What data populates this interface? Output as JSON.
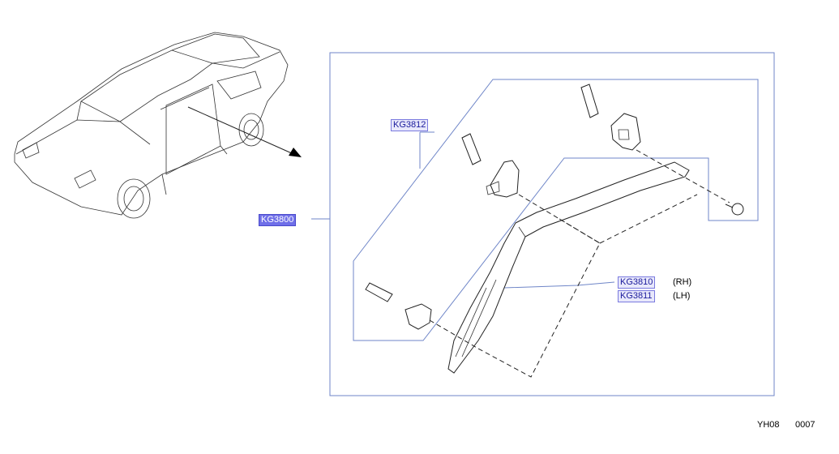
{
  "parts": {
    "main": "KG3800",
    "upper": "KG3812",
    "rh": "KG3810",
    "lh": "KG3811"
  },
  "notes": {
    "rh": "(RH)",
    "lh": "(LH)"
  },
  "figure_code": {
    "left": "YH08",
    "right": "0007"
  },
  "colors": {
    "link_fill": "#6f6fe8",
    "link_box": "#e8e8fb",
    "leader_blue": "#6f86c8"
  }
}
